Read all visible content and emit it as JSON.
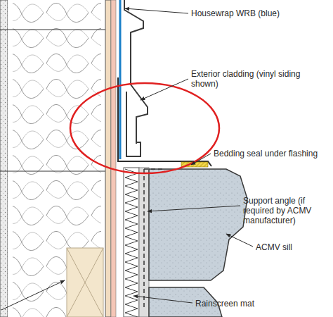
{
  "diagram": {
    "labels": [
      "Housewrap WRB (blue)",
      "Exterior cladding (vinyl siding shown)",
      "Bedding seal under flashing",
      "Support angle (if required by ACMV manufacturer)",
      "ACMV sill",
      "Rainscreen mat"
    ]
  }
}
